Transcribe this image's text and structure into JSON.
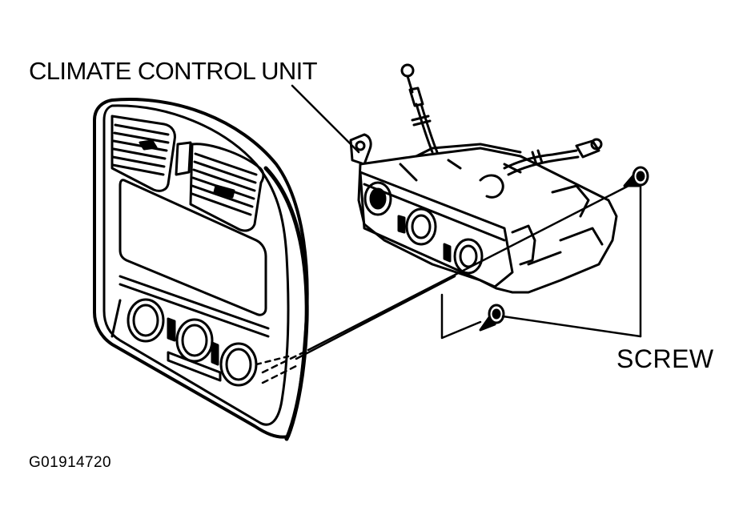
{
  "labels": {
    "climate_control_unit": "CLIMATE CONTROL UNIT",
    "screw": "SCREW",
    "figure_id": "G01914720"
  },
  "colors": {
    "line": "#000000",
    "background": "#ffffff",
    "panel_fill": "#ffffff"
  }
}
